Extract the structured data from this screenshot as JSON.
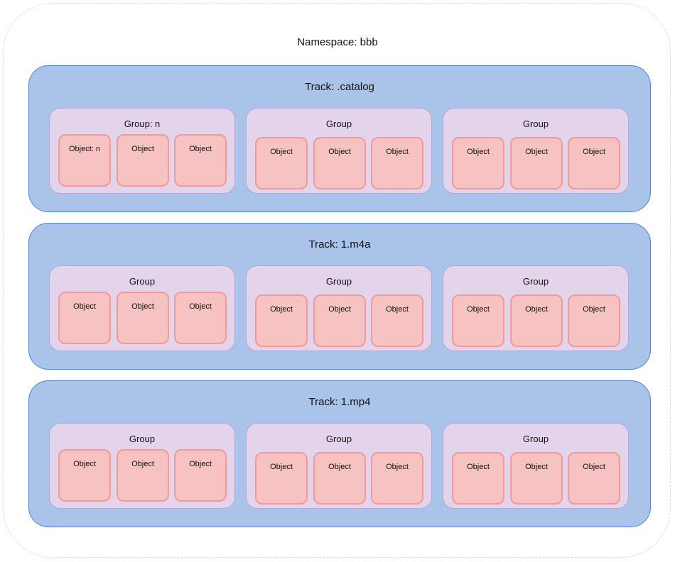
{
  "namespace": {
    "title": "Namespace: bbb"
  },
  "tracks": [
    {
      "title": "Track: .catalog",
      "groups": [
        {
          "title": "Group: n",
          "objects": [
            "Object: n",
            "Object",
            "Object"
          ]
        },
        {
          "title": "Group",
          "objects": [
            "Object",
            "Object",
            "Object"
          ]
        },
        {
          "title": "Group",
          "objects": [
            "Object",
            "Object",
            "Object"
          ]
        }
      ]
    },
    {
      "title": "Track: 1.m4a",
      "groups": [
        {
          "title": "Group",
          "objects": [
            "Object",
            "Object",
            "Object"
          ]
        },
        {
          "title": "Group",
          "objects": [
            "Object",
            "Object",
            "Object"
          ]
        },
        {
          "title": "Group",
          "objects": [
            "Object",
            "Object",
            "Object"
          ]
        }
      ]
    },
    {
      "title": "Track: 1.mp4",
      "groups": [
        {
          "title": "Group",
          "objects": [
            "Object",
            "Object",
            "Object"
          ]
        },
        {
          "title": "Group",
          "objects": [
            "Object",
            "Object",
            "Object"
          ]
        },
        {
          "title": "Group",
          "objects": [
            "Object",
            "Object",
            "Object"
          ]
        }
      ]
    }
  ],
  "colors": {
    "track_fill": "#a9c4e8",
    "track_border": "#4d84d6",
    "group_fill": "#e3d4ec",
    "group_border": "#b3a6dc",
    "object_fill": "#f7c2c2",
    "object_border": "#f19a9a",
    "namespace_border": "#d9d9d9"
  }
}
